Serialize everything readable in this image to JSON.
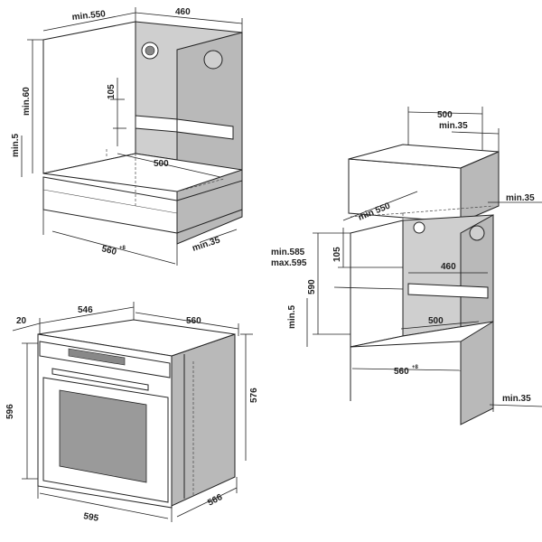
{
  "cabinet_left": {
    "labels": {
      "width_top": "min.550",
      "depth_top": "460",
      "height_side": "min.60",
      "gap_bottom": "min.5",
      "vent_height": "105",
      "shelf_depth": "500",
      "width_bottom": "560",
      "width_bottom_tol": "+8",
      "side_thickness": "min.35"
    }
  },
  "cabinet_right": {
    "labels": {
      "top_depth": "500",
      "top_min": "min.35",
      "top_side": "min.35",
      "diag_width": "min 550",
      "height_min": "min.585",
      "height_max": "max.595",
      "vent_height": "105",
      "vent_width": "460",
      "niche_height": "590",
      "gap_bottom": "min.5",
      "shelf_depth": "500",
      "width_bottom": "560",
      "width_bottom_tol": "+8",
      "bottom_side": "min.35"
    }
  },
  "oven": {
    "labels": {
      "front_thickness": "20",
      "top_width": "546",
      "top_depth": "560",
      "height_front": "596",
      "height_side": "576",
      "width_bottom": "595",
      "depth_bottom": "566"
    }
  }
}
